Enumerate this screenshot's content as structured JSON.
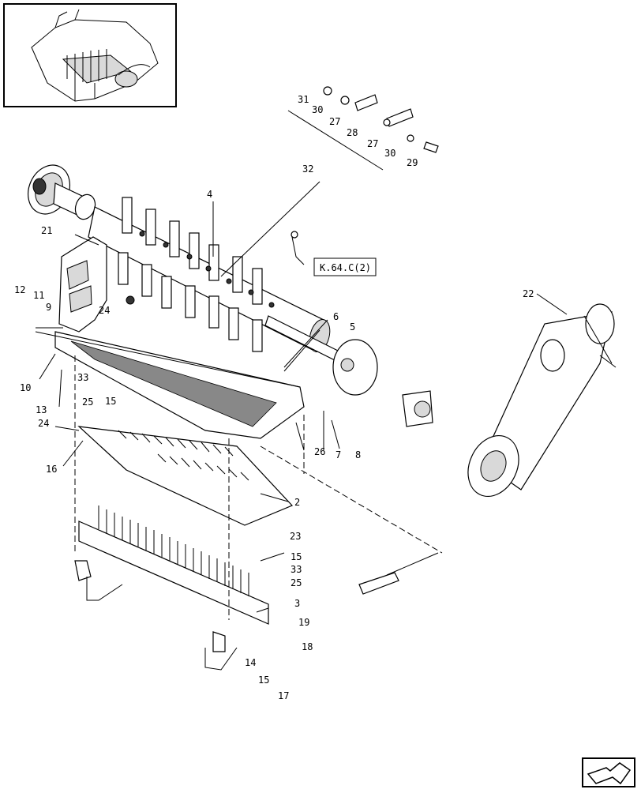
{
  "callouts": {
    "c1": "31",
    "c2": "30",
    "c3": "27",
    "c4": "28",
    "c5": "27",
    "c6": "30",
    "c7": "29",
    "c8": "32",
    "c9": "4",
    "c10": "21",
    "c11": "22",
    "c12": "12",
    "c13": "11",
    "c14": "9",
    "c15": "24",
    "c16": "6",
    "c17": "5",
    "c18": "10",
    "c19": "13",
    "c20": "33",
    "c21": "25",
    "c22": "15",
    "c23": "24",
    "c24": "16",
    "c25": "26",
    "c26": "7",
    "c27": "8",
    "c28": "2",
    "c29": "23",
    "c30": "15",
    "c31": "33",
    "c32": "25",
    "c33": "3",
    "c34": "19",
    "c35": "18",
    "c36": "14",
    "c37": "15",
    "c38": "17"
  },
  "reference_box": "K.64.C(2)"
}
